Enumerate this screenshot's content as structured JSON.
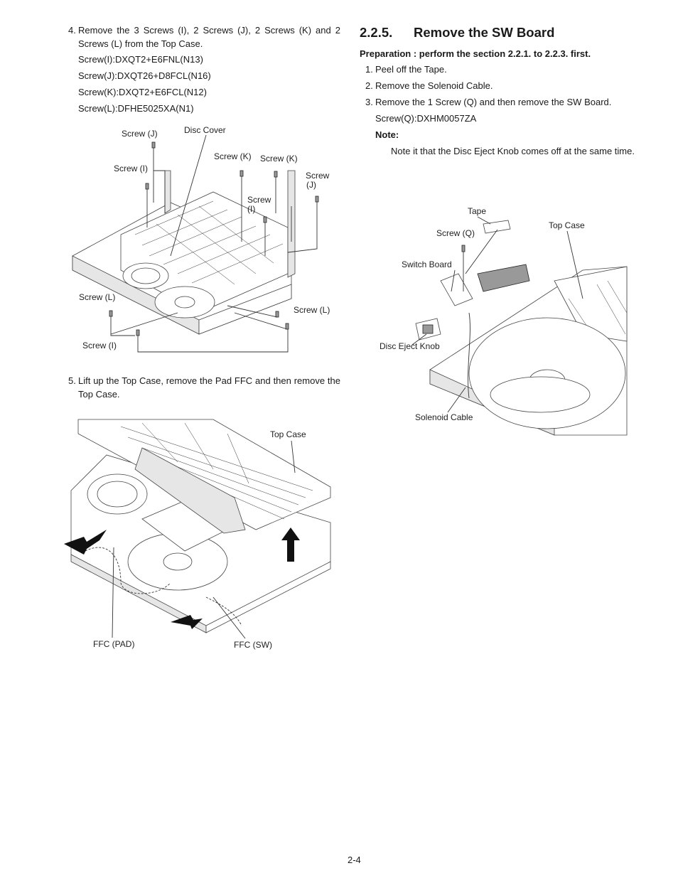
{
  "left": {
    "step4": {
      "num": "4.",
      "text": "Remove the 3 Screws (I), 2 Screws (J), 2 Screws (K) and 2 Screws (L) from the Top Case.",
      "specs": [
        "Screw(I):DXQT2+E6FNL(N13)",
        "Screw(J):DXQT26+D8FCL(N16)",
        "Screw(K):DXQT2+E6FCL(N12)",
        "Screw(L):DFHE5025XA(N1)"
      ]
    },
    "fig1": {
      "screw_j_top": "Screw (J)",
      "disc_cover": "Disc Cover",
      "screw_k_a": "Screw (K)",
      "screw_k_b": "Screw (K)",
      "screw_i_top": "Screw (I)",
      "screw_j_right_1": "Screw",
      "screw_j_right_2": "(J)",
      "screw_i_mid_1": "Screw",
      "screw_i_mid_2": "(I)",
      "screw_l_left": "Screw (L)",
      "screw_l_right": "Screw (L)",
      "screw_i_bottom": "Screw (I)"
    },
    "step5": {
      "num": "5.",
      "text": "Lift up the Top Case, remove the Pad FFC and then remove the Top Case."
    },
    "fig2": {
      "top_case": "Top Case",
      "ffc_pad": "FFC (PAD)",
      "ffc_sw": "FFC (SW)"
    }
  },
  "right": {
    "section_num": "2.2.5.",
    "section_title": "Remove the SW Board",
    "preparation": "Preparation : perform the section 2.2.1. to 2.2.3. first.",
    "steps": [
      {
        "num": "1.",
        "text": "Peel off the Tape."
      },
      {
        "num": "2.",
        "text": "Remove the Solenoid Cable."
      },
      {
        "num": "3.",
        "text": "Remove the 1 Screw (Q) and then remove the SW Board."
      }
    ],
    "spec": "Screw(Q):DXHM0057ZA",
    "note_label": "Note:",
    "note_text": "Note it that the Disc Eject Knob comes off at the same time.",
    "fig3": {
      "tape": "Tape",
      "screw_q": "Screw (Q)",
      "top_case": "Top Case",
      "switch_board": "Switch Board",
      "disc_eject_knob": "Disc Eject Knob",
      "solenoid_cable": "Solenoid Cable"
    }
  },
  "page_number": "2-4"
}
